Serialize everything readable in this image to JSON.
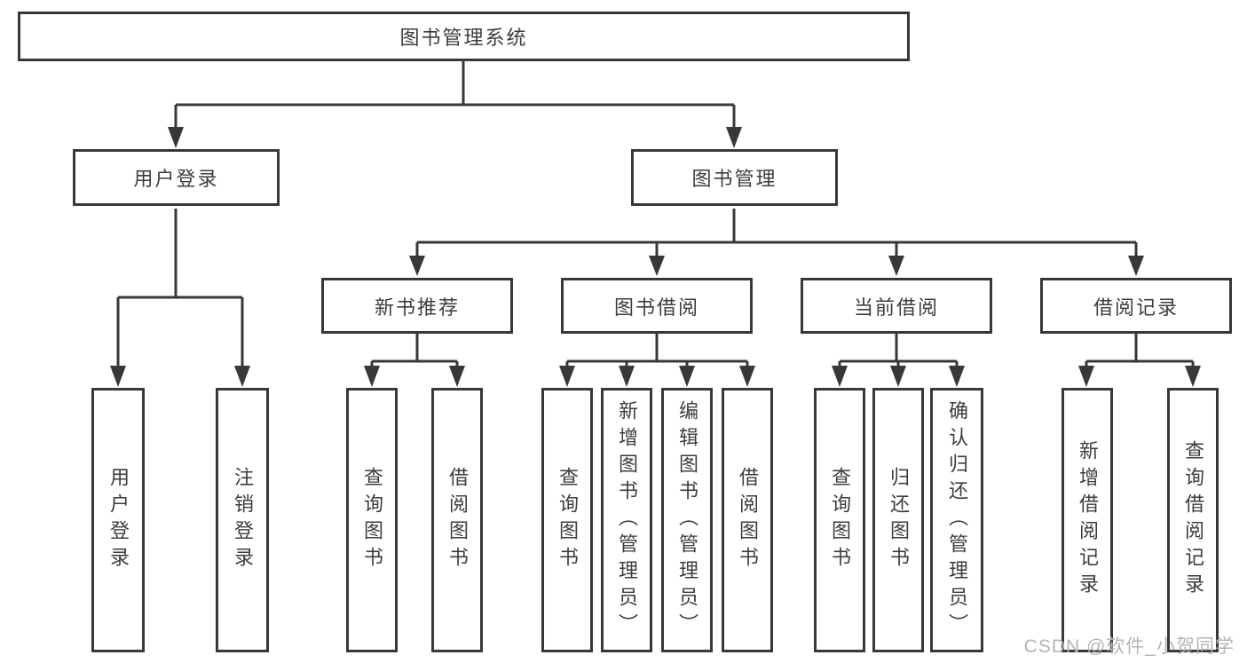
{
  "colors": {
    "line": "#383838",
    "text": "#3d3d3d",
    "watermark": "#b4b4b4",
    "background": "#ffffff"
  },
  "tree": {
    "root": "图书管理系统",
    "children": [
      {
        "label": "用户登录",
        "children": [
          "用户登录",
          "注销登录"
        ]
      },
      {
        "label": "图书管理",
        "children": [
          {
            "label": "新书推荐",
            "children": [
              "查询图书",
              "借阅图书"
            ]
          },
          {
            "label": "图书借阅",
            "children": [
              "查询图书",
              "新增图书（管理员）",
              "编辑图书（管理员）",
              "借阅图书"
            ]
          },
          {
            "label": "当前借阅",
            "children": [
              "查询图书",
              "归还图书",
              "确认归还（管理员）"
            ]
          },
          {
            "label": "借阅记录",
            "children": [
              "新增借阅记录",
              "查询借阅记录"
            ]
          }
        ]
      }
    ]
  },
  "watermark": {
    "text": "CSDN @软件_小贺同学"
  }
}
